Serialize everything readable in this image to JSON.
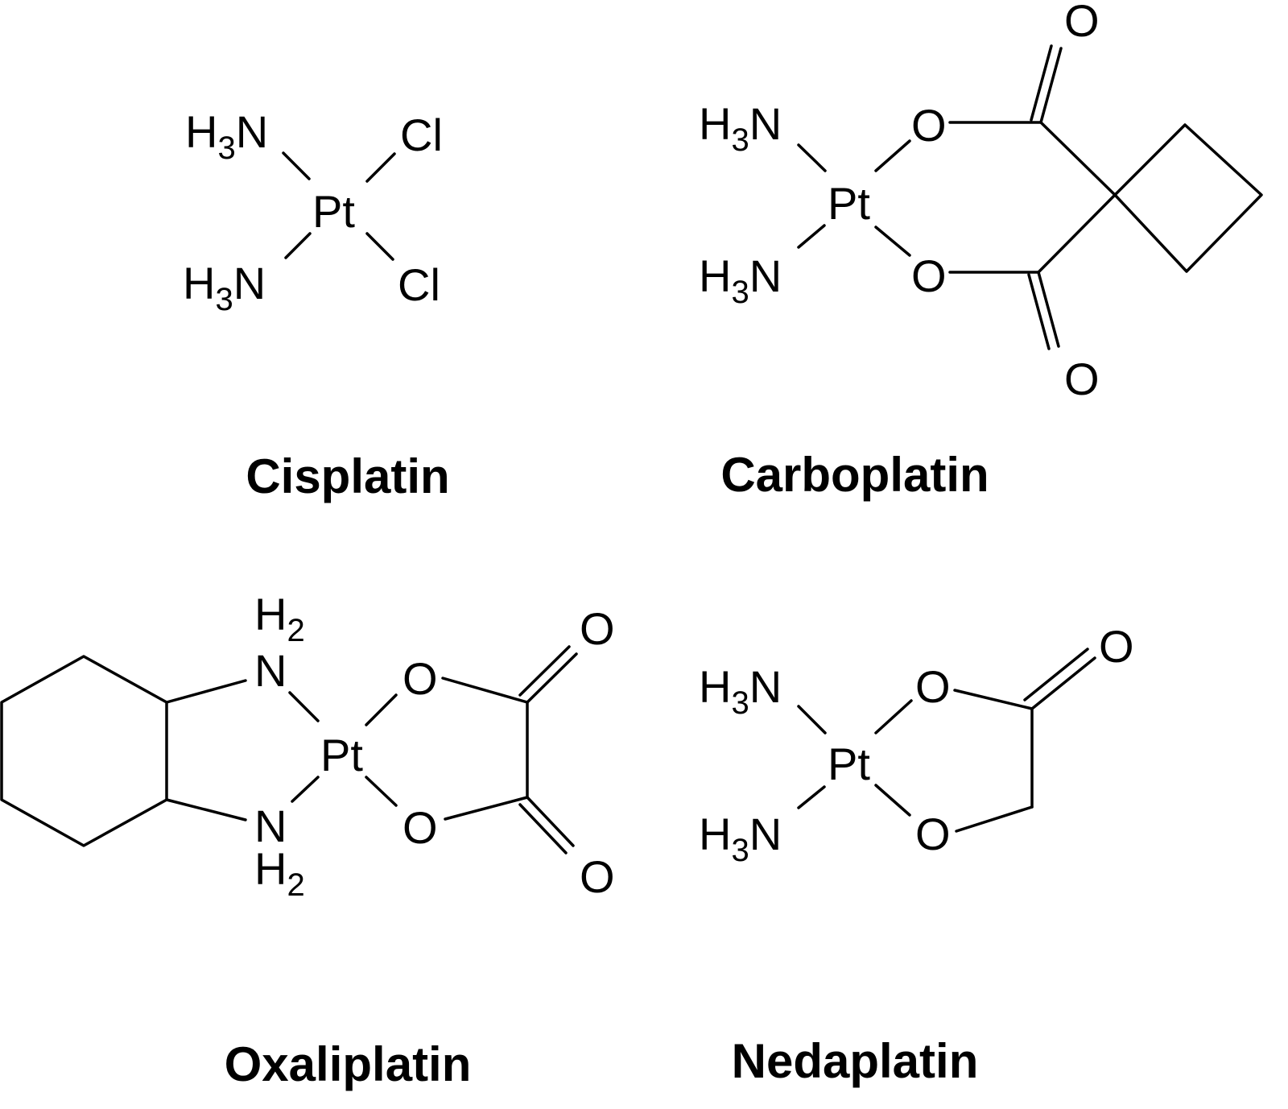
{
  "compounds": {
    "cisplatin": {
      "name": "Cisplatin",
      "metal": "Pt",
      "ligand_top_left": {
        "main": "H",
        "sub": "3",
        "tail": "N"
      },
      "ligand_bottom_left": {
        "main": "H",
        "sub": "3",
        "tail": "N"
      },
      "ligand_top_right": "Cl",
      "ligand_bottom_right": "Cl"
    },
    "carboplatin": {
      "name": "Carboplatin",
      "metal": "Pt",
      "ligand_top_left": {
        "main": "H",
        "sub": "3",
        "tail": "N"
      },
      "ligand_bottom_left": {
        "main": "H",
        "sub": "3",
        "tail": "N"
      },
      "oxygen_top": "O",
      "oxygen_bottom": "O",
      "carbonyl_top": "O",
      "carbonyl_bottom": "O"
    },
    "oxaliplatin": {
      "name": "Oxaliplatin",
      "metal": "Pt",
      "amine_top": {
        "main": "H",
        "sub": "2"
      },
      "amine_top_n": "N",
      "amine_bottom": {
        "main": "H",
        "sub": "2"
      },
      "amine_bottom_n": "N",
      "oxygen_top": "O",
      "oxygen_bottom": "O",
      "carbonyl_top": "O",
      "carbonyl_bottom": "O"
    },
    "nedaplatin": {
      "name": "Nedaplatin",
      "metal": "Pt",
      "ligand_top_left": {
        "main": "H",
        "sub": "3",
        "tail": "N"
      },
      "ligand_bottom_left": {
        "main": "H",
        "sub": "3",
        "tail": "N"
      },
      "oxygen_top": "O",
      "oxygen_bottom": "O",
      "carbonyl": "O"
    }
  }
}
